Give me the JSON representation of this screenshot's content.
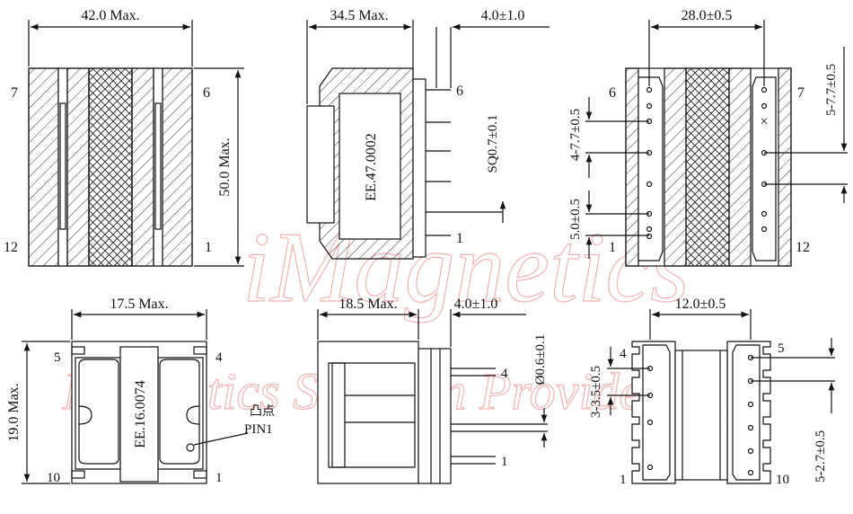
{
  "watermark": {
    "brand": "iMagnetics",
    "tagline": "Magnetics Solution Provider"
  },
  "views": {
    "large_front": {
      "width_dim": "42.0 Max.",
      "height_dim": "50.0 Max.",
      "pin_top_left": "7",
      "pin_top_right": "6",
      "pin_bottom_left": "12",
      "pin_bottom_right": "1"
    },
    "large_side": {
      "width_dim": "34.5 Max.",
      "pin_len_dim": "4.0±1.0",
      "pin_size_dim": "SQ0.7±0.1",
      "part_label": "EE.47.0002",
      "pin_top": "6",
      "pin_bottom": "1"
    },
    "large_bottom": {
      "width_dim": "28.0±0.5",
      "pitch_left_upper": "4-7.7±0.5",
      "pitch_left_lower": "5.0±0.5",
      "pitch_right": "5-7.7±0.5",
      "pin_top_left": "6",
      "pin_top_right": "7",
      "pin_bottom_left": "1",
      "pin_bottom_right": "12",
      "missing_pin_mark": "×"
    },
    "small_front": {
      "width_dim": "17.5 Max.",
      "height_dim": "19.0 Max.",
      "part_label": "EE.16.0074",
      "pin_top_left": "5",
      "pin_top_right": "4",
      "pin_bottom_left": "10",
      "pin_bottom_right": "1",
      "mark_cn": "凸点",
      "mark_pin": "PIN1"
    },
    "small_side": {
      "width_dim": "18.5 Max.",
      "pin_len_dim": "4.0±1.0",
      "pin_dia_dim": "Ø0.6±0.1",
      "pin_top": "4",
      "pin_bottom": "1"
    },
    "small_bottom": {
      "width_dim": "12.0±0.5",
      "pitch_left": "3-3.5±0.5",
      "pitch_right": "5-2.7±0.5",
      "pin_top_left": "4",
      "pin_top_right": "5",
      "pin_bottom_left": "1",
      "pin_bottom_right": "10"
    }
  }
}
